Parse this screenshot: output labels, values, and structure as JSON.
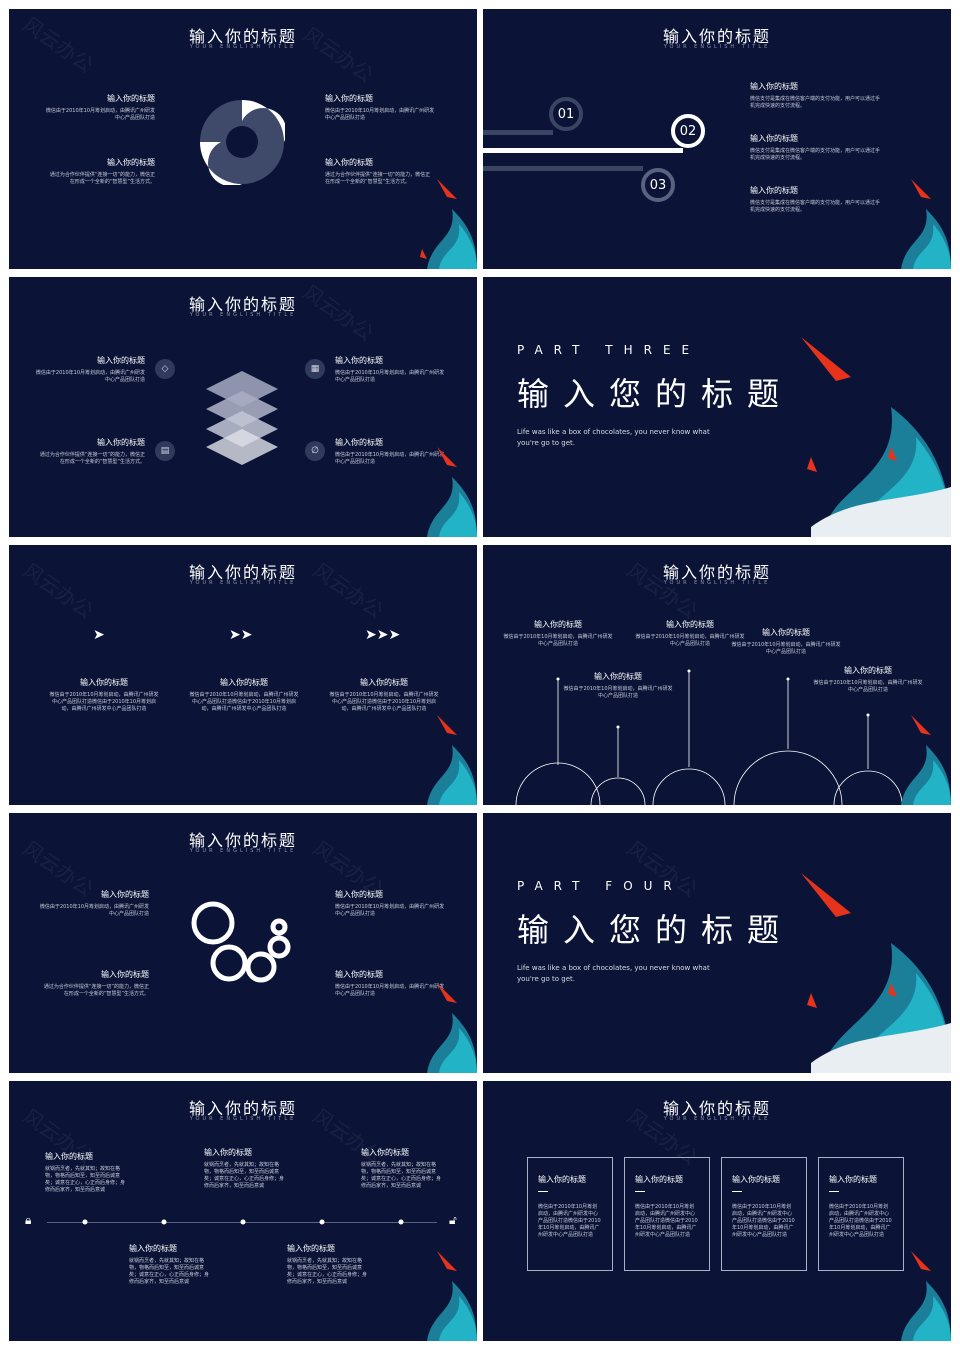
{
  "common": {
    "title": "输入你的标题",
    "subtitle": "YOUR ENGLISH TITLE",
    "watermark": "风云办公",
    "item_heading": "输入你的标题"
  },
  "body": {
    "wechat_short": "微信由于2010年10月筹划启动，由腾讯广州研发中心产品团队打造",
    "wechat_long": "微信由于2010年10月筹划启动，由腾讯广州研发中心产品团队打造微信由于2010年10月筹划启动，由腾讯广州研发中心产品团队打造",
    "connect": "通过为合作伙伴提供“连接一切”的能力，微信正在形成一个全新的“智慧型”生活方式。",
    "support": "微信支付是集成在微信客户端的支付功能，用户可以通过手机完成快速的支付流程。",
    "flow": "就锅而烹者，先就其知；故知在格物，物格而后知至，知至而后诚意矣；诚意在正心，心正而后身修；身修而后家齐，知至而后意诚"
  },
  "slide2": {
    "nums": [
      "01",
      "02",
      "03"
    ]
  },
  "slide4": {
    "part": "PART THREE",
    "title": "输入您的标题",
    "quote": "Life was like a box of chocolates, you never know what you're go to get."
  },
  "slide8": {
    "part": "PART FOUR",
    "title": "输入您的标题",
    "quote": "Life was like a box of chocolates, you never know what you're go to get."
  },
  "colors": {
    "background": "#0b1437",
    "accent_red": "#e8331c",
    "accent_teal": "#23b3c6"
  }
}
